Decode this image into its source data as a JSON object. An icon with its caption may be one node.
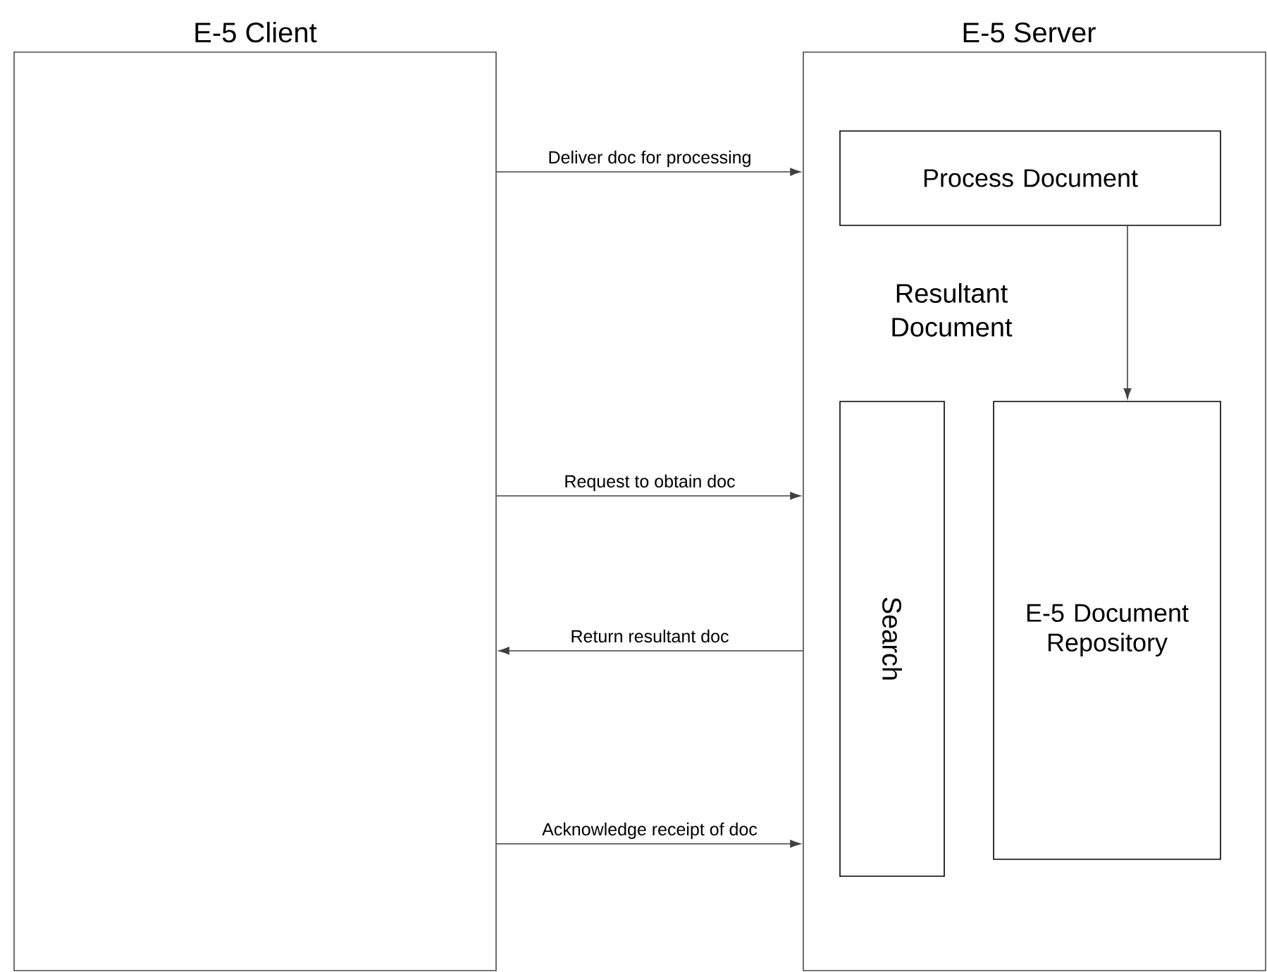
{
  "diagram": {
    "nodes": [
      {
        "text": [
          "E-5 Client"
        ]
      },
      {
        "text": [
          "E-5 Server"
        ]
      },
      {
        "text": [
          "Process Document"
        ],
        "in": 1
      },
      {
        "text": [
          "Search"
        ],
        "in": 1
      },
      {
        "text": [
          "E-5 Document Repository"
        ],
        "in": 1
      }
    ],
    "edges": [
      {
        "from": 0,
        "to": 1,
        "arrow": "to",
        "label": "Deliver doc for processing"
      },
      {
        "from": 0,
        "to": 1,
        "arrow": "to",
        "label": "Request to obtain doc"
      },
      {
        "from": 1,
        "to": 0,
        "arrow": "to",
        "label": "Return resultant doc"
      },
      {
        "from": 0,
        "to": 1,
        "arrow": "to",
        "label": "Acknowledge receipt of doc"
      },
      {
        "from": 2,
        "to": 4,
        "arrow": "to"
      }
    ],
    "labels": [
      "Resultant Document"
    ]
  }
}
